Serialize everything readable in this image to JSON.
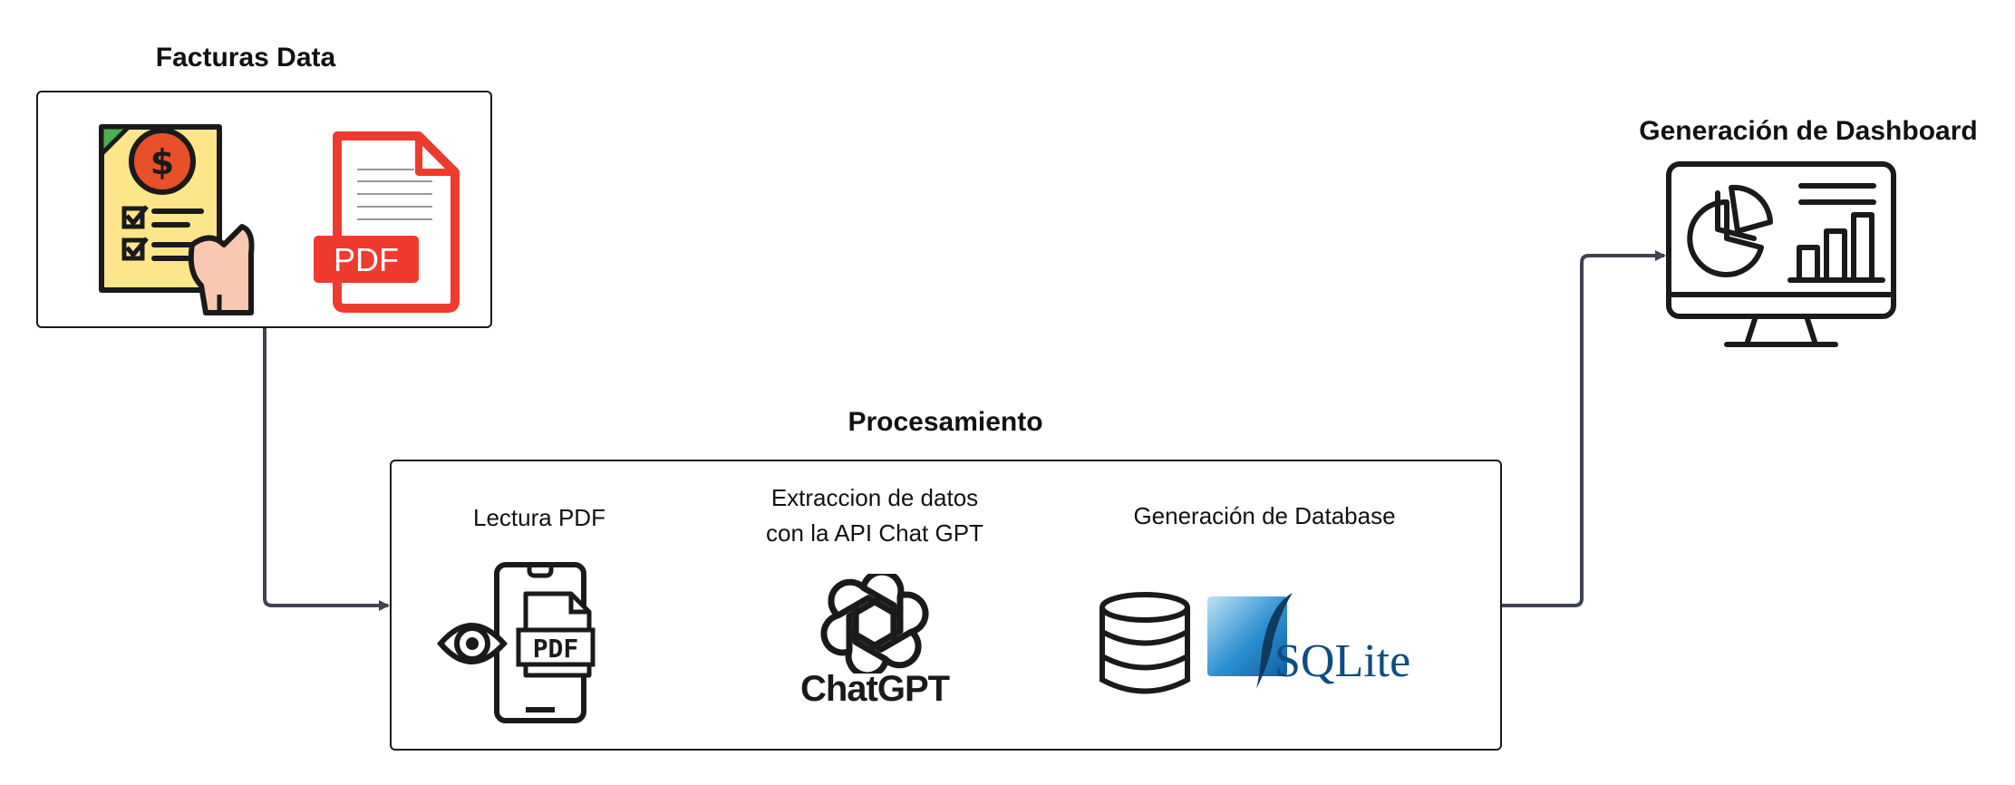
{
  "facturas": {
    "title": "Facturas Data",
    "pdf_badge": "PDF"
  },
  "procesamiento": {
    "title": "Procesamiento",
    "steps": [
      {
        "label": "Lectura PDF",
        "icon": "pdf-reader-phone-icon",
        "badge": "PDF"
      },
      {
        "label_line1": "Extraccion de datos",
        "label_line2": "con la API Chat GPT",
        "icon": "openai-logo-icon",
        "logo_text": "ChatGPT"
      },
      {
        "label": "Generación de Database",
        "icon": "database-icon",
        "logo_text": "SQLite"
      }
    ]
  },
  "dashboard": {
    "title": "Generación de Dashboard",
    "icon": "dashboard-monitor-icon"
  },
  "colors": {
    "arrow": "#3f4452",
    "pdf_red": "#ef3b2d",
    "sqlite_blue": "#0f4c81",
    "invoice_yellow": "#fde68a",
    "coin_red": "#e8502a"
  }
}
